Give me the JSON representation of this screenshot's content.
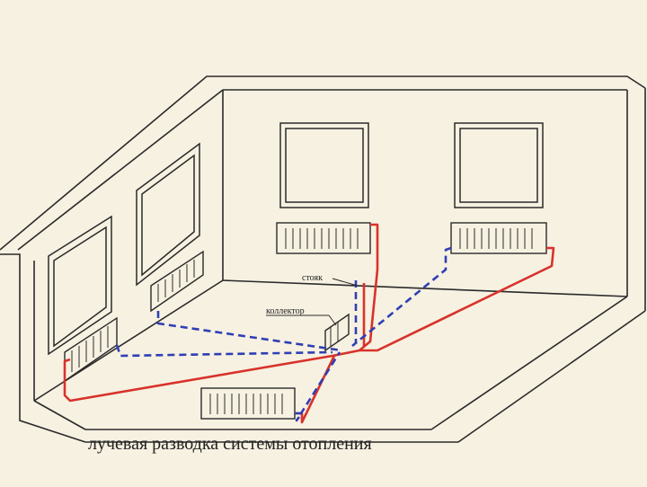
{
  "labels": {
    "riser": "стояк",
    "collector": "коллектор"
  },
  "caption": "лучевая разводка системы отопления",
  "colors": {
    "background": "#f7f1e1",
    "lines": "#2a2a2a",
    "supply_pipe": "#d8322b",
    "return_pipe": "#2f3fb4"
  }
}
